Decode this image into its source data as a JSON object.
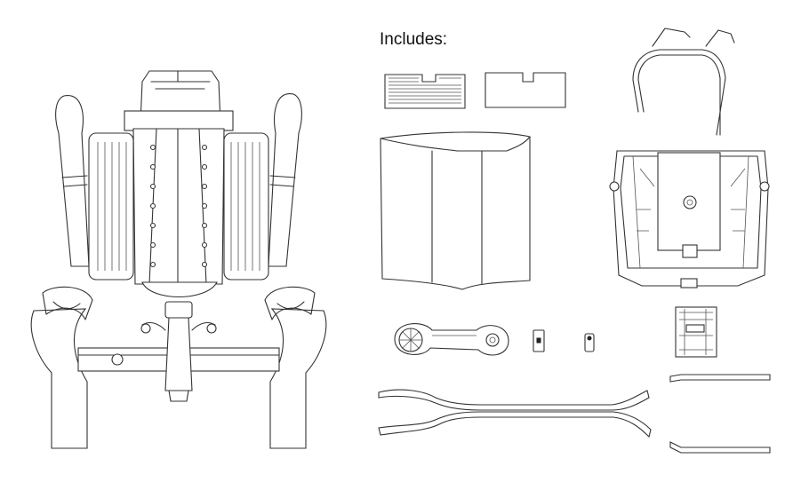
{
  "caption": "Includes:",
  "colors": {
    "background": "#ffffff",
    "line": "#333333"
  },
  "parts": [
    "engine-assembly",
    "grille-mesh-panel",
    "grille-plain-panel",
    "roll-hoop",
    "hood-panel",
    "chassis-tub",
    "cross-member",
    "small-bracket",
    "small-clip",
    "battery-box",
    "long-rail-upper",
    "long-rail-lower",
    "short-rail-upper",
    "short-rail-lower"
  ]
}
